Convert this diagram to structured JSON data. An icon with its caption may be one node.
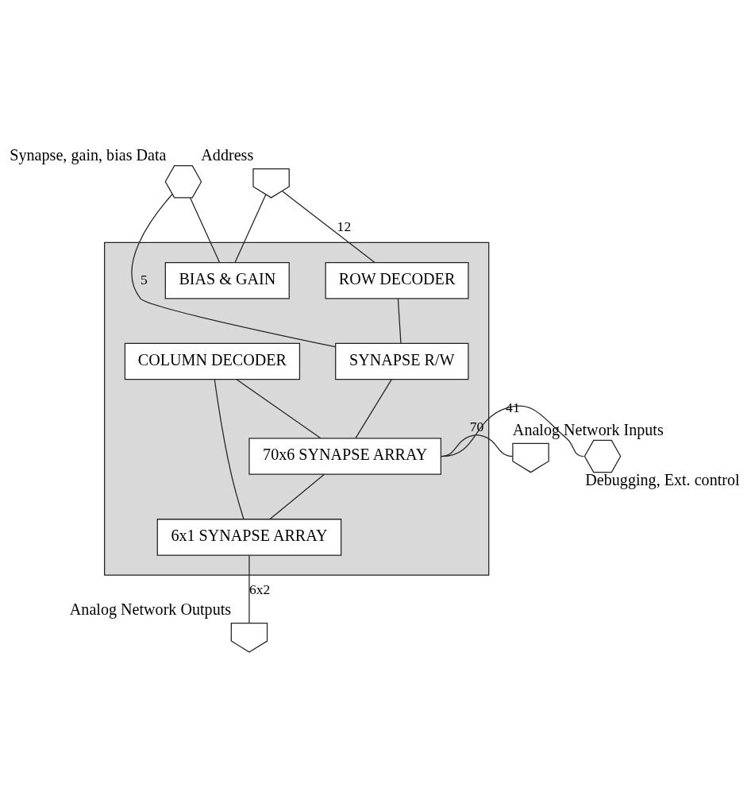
{
  "diagram": {
    "nodes": [
      {
        "text": [],
        "shape": "box"
      },
      {
        "text": [],
        "shape": "pentagon",
        "beside": [
          "Address"
        ]
      },
      {
        "text": [],
        "shape": "hexagon",
        "beside": [
          "Synapse, gain, bias Data"
        ]
      },
      {
        "text": [
          "ROW DECODER"
        ],
        "in": 0
      },
      {
        "text": [
          "SYNAPSE R/W"
        ],
        "in": 0
      },
      {
        "text": [
          "BIAS & GAIN"
        ],
        "in": 0
      },
      {
        "text": [
          "COLUMN DECODER"
        ],
        "in": 0
      },
      {
        "text": [
          "70x6 SYNAPSE ARRAY"
        ],
        "in": 0
      },
      {
        "text": [
          "6x1 SYNAPSE ARRAY"
        ],
        "in": 0
      },
      {
        "text": [],
        "shape": "pentagon",
        "beside": [
          "Analog Network Inputs"
        ]
      },
      {
        "text": [],
        "shape": "hexagon",
        "beside": [
          "Debugging, Ext. control"
        ]
      },
      {
        "text": [],
        "shape": "pentagon",
        "beside": [
          "Analog Network Outputs"
        ]
      }
    ],
    "edges": [
      {
        "from": 1,
        "to": 3,
        "arrow": "none",
        "label": "12"
      },
      {
        "from": 1,
        "to": 5,
        "arrow": "none"
      },
      {
        "from": 2,
        "to": 4,
        "arrow": "none",
        "label": "5"
      },
      {
        "from": 2,
        "to": 5,
        "arrow": "none"
      },
      {
        "from": 3,
        "to": 4,
        "arrow": "none"
      },
      {
        "from": 4,
        "to": 7,
        "arrow": "none"
      },
      {
        "from": 6,
        "to": 7,
        "arrow": "none"
      },
      {
        "from": 6,
        "to": 8,
        "arrow": "none"
      },
      {
        "from": 7,
        "to": 8,
        "arrow": "none"
      },
      {
        "from": 7,
        "to": 9,
        "arrow": "none",
        "label": "70"
      },
      {
        "from": 7,
        "to": 10,
        "arrow": "none",
        "label": "41"
      },
      {
        "from": 8,
        "to": 11,
        "arrow": "none",
        "label": "6x2"
      }
    ]
  }
}
